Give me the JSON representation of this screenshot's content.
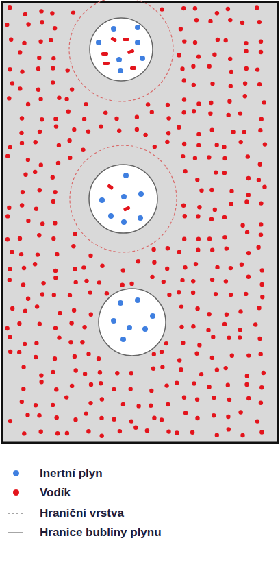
{
  "diagram": {
    "legend": [
      {
        "text": "Inertní plyn",
        "color": "#3f7fe0"
      },
      {
        "text": "Vodík",
        "color": "#e3141c"
      },
      {
        "text": "Hraniční vrstva"
      },
      {
        "text": "Hranice bubliny plynu"
      }
    ]
  }
}
